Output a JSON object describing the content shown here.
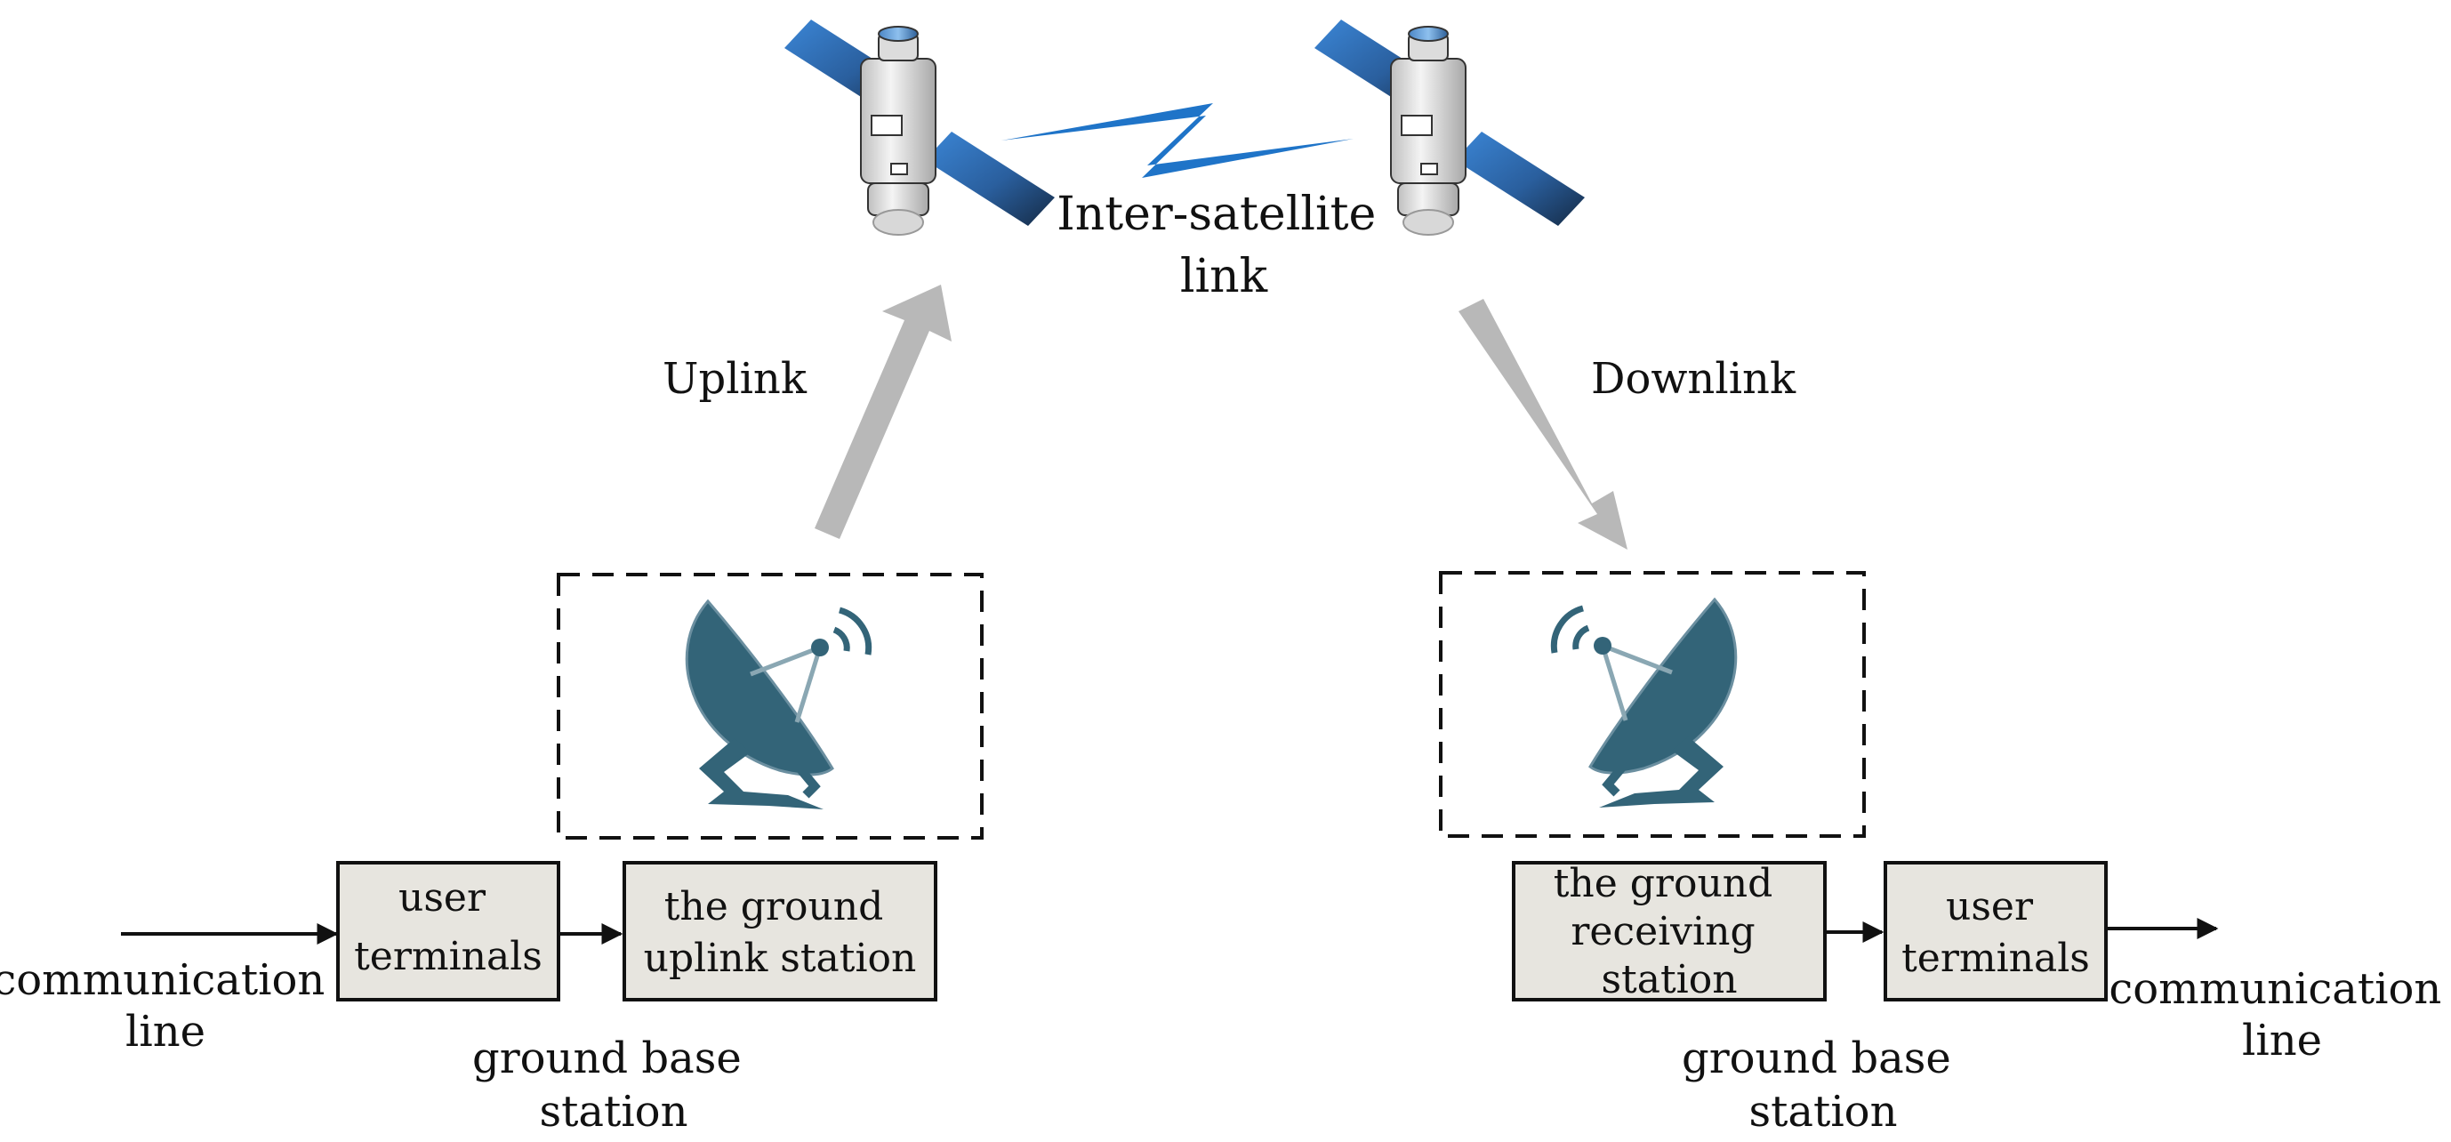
{
  "diagram": {
    "inter_satellite_link_lines": [
      "Inter-satellite",
      "link"
    ],
    "uplink_label": "Uplink",
    "downlink_label": "Downlink",
    "left": {
      "user_terminals_lines": [
        "user",
        "terminals"
      ],
      "station_lines": [
        "the ground",
        "uplink station"
      ],
      "communication_line_lines": [
        "communication",
        "line"
      ],
      "ground_base_station_lines": [
        "ground base",
        "station"
      ]
    },
    "right": {
      "station_lines": [
        "the ground",
        "receiving",
        "station"
      ],
      "user_terminals_lines": [
        "user",
        "terminals"
      ],
      "communication_line_lines": [
        "communication",
        "line"
      ],
      "ground_base_station_lines": [
        "ground base",
        "station"
      ]
    }
  },
  "colors": {
    "satellite_panel": "#2f6fb8",
    "satellite_body": "#e6e6e6",
    "lightning": "#1f74c8",
    "arrow_gray": "#b8b8b8",
    "dish": "#336478",
    "box_fill": "#e7e5df",
    "line": "#111111"
  },
  "icons": [
    "satellite-icon",
    "lightning-bolt-icon",
    "dish-antenna-icon",
    "arrow-icon"
  ]
}
